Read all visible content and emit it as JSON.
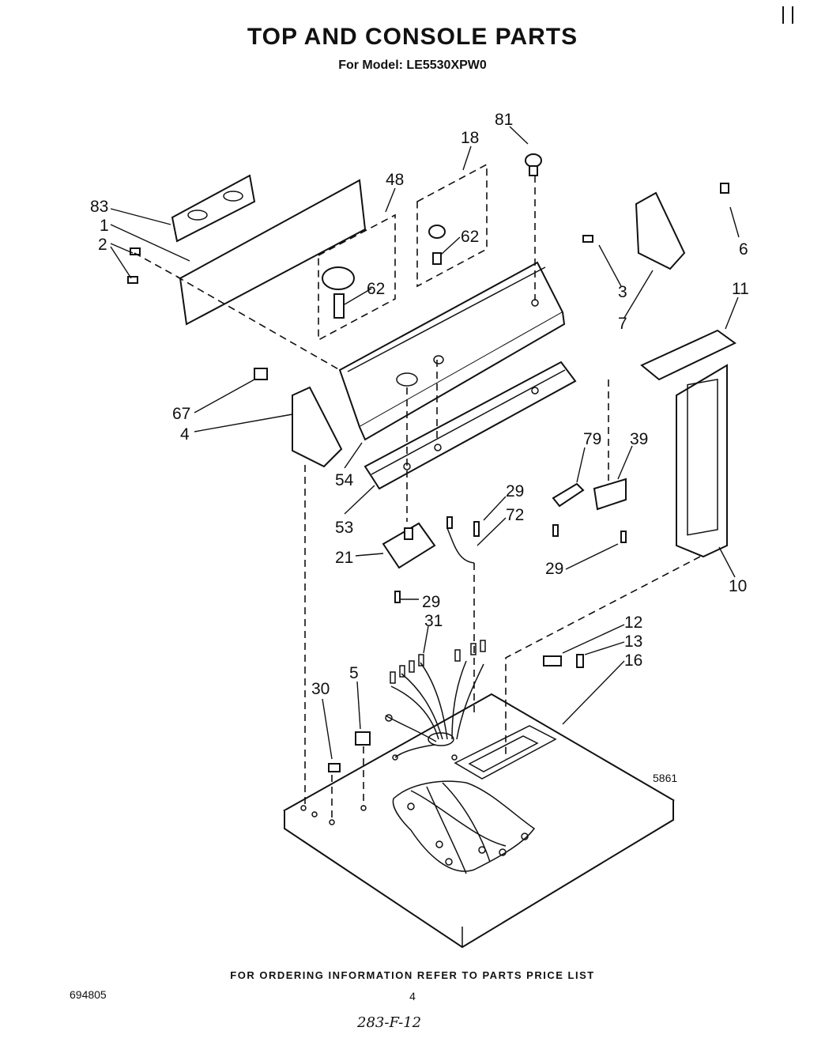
{
  "header": {
    "title": "TOP AND CONSOLE PARTS",
    "subtitle": "For Model: LE5530XPW0"
  },
  "diagram": {
    "code": "5861",
    "callouts": [
      {
        "id": "c83",
        "text": "83"
      },
      {
        "id": "c1",
        "text": "1"
      },
      {
        "id": "c2",
        "text": "2"
      },
      {
        "id": "c48",
        "text": "48"
      },
      {
        "id": "c18",
        "text": "18"
      },
      {
        "id": "c81",
        "text": "81"
      },
      {
        "id": "c62a",
        "text": "62"
      },
      {
        "id": "c62b",
        "text": "62"
      },
      {
        "id": "c6",
        "text": "6"
      },
      {
        "id": "c3",
        "text": "3"
      },
      {
        "id": "c7",
        "text": "7"
      },
      {
        "id": "c11",
        "text": "11"
      },
      {
        "id": "c67",
        "text": "67"
      },
      {
        "id": "c4",
        "text": "4"
      },
      {
        "id": "c54",
        "text": "54"
      },
      {
        "id": "c53",
        "text": "53"
      },
      {
        "id": "c79",
        "text": "79"
      },
      {
        "id": "c39",
        "text": "39"
      },
      {
        "id": "c29a",
        "text": "29"
      },
      {
        "id": "c72",
        "text": "72"
      },
      {
        "id": "c21",
        "text": "21"
      },
      {
        "id": "c29b",
        "text": "29"
      },
      {
        "id": "c29c",
        "text": "29"
      },
      {
        "id": "c10",
        "text": "10"
      },
      {
        "id": "c31",
        "text": "31"
      },
      {
        "id": "c12",
        "text": "12"
      },
      {
        "id": "c13",
        "text": "13"
      },
      {
        "id": "c16",
        "text": "16"
      },
      {
        "id": "c5",
        "text": "5"
      },
      {
        "id": "c30",
        "text": "30"
      }
    ]
  },
  "footer": {
    "note": "FOR ORDERING INFORMATION REFER TO PARTS PRICE LIST",
    "doc_number": "694805",
    "page_number": "4",
    "handwritten": "283-F-12"
  }
}
